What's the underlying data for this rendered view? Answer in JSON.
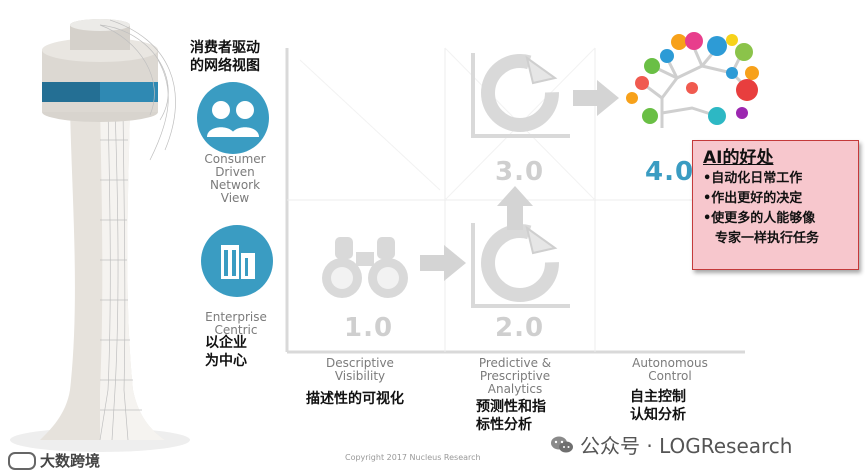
{
  "labels": {
    "consumer_cn": [
      "消费者驱动",
      "的网络视图"
    ],
    "consumer_en": [
      "Consumer",
      "Driven",
      "Network",
      "View"
    ],
    "enterprise_en": [
      "Enterprise",
      "Centric"
    ],
    "enterprise_cn": [
      "以企业",
      "为中心"
    ],
    "descriptive_en": [
      "Descriptive",
      "Visibility"
    ],
    "descriptive_cn": "描述性的可视化",
    "predictive_en": [
      "Predictive &",
      "Prescriptive",
      "Analytics"
    ],
    "predictive_cn": [
      "预测性和指",
      "标性分析"
    ],
    "autonomous_en": [
      "Autonomous",
      "Control"
    ],
    "autonomous_cn": [
      "自主控制",
      "认知分析"
    ]
  },
  "stages": {
    "s1": "1.0",
    "s2": "2.0",
    "s3": "3.0",
    "s4": "4.0"
  },
  "benefits": {
    "title": "AI的好处",
    "items": [
      "•自动化日常工作",
      "•作出更好的决定",
      "•使更多的人能够像",
      "专家一样执行任务"
    ]
  },
  "copyright": "Copyright 2017 Nucleus Research",
  "watermark_left": "大数跨境",
  "watermark_right": "公众号 · LOGResearch",
  "colors": {
    "teal": "#3a9cc2",
    "stage_gray": "#cfcfcf",
    "benefit_bg": "#f7c7cd",
    "benefit_border": "#c43a3a"
  }
}
